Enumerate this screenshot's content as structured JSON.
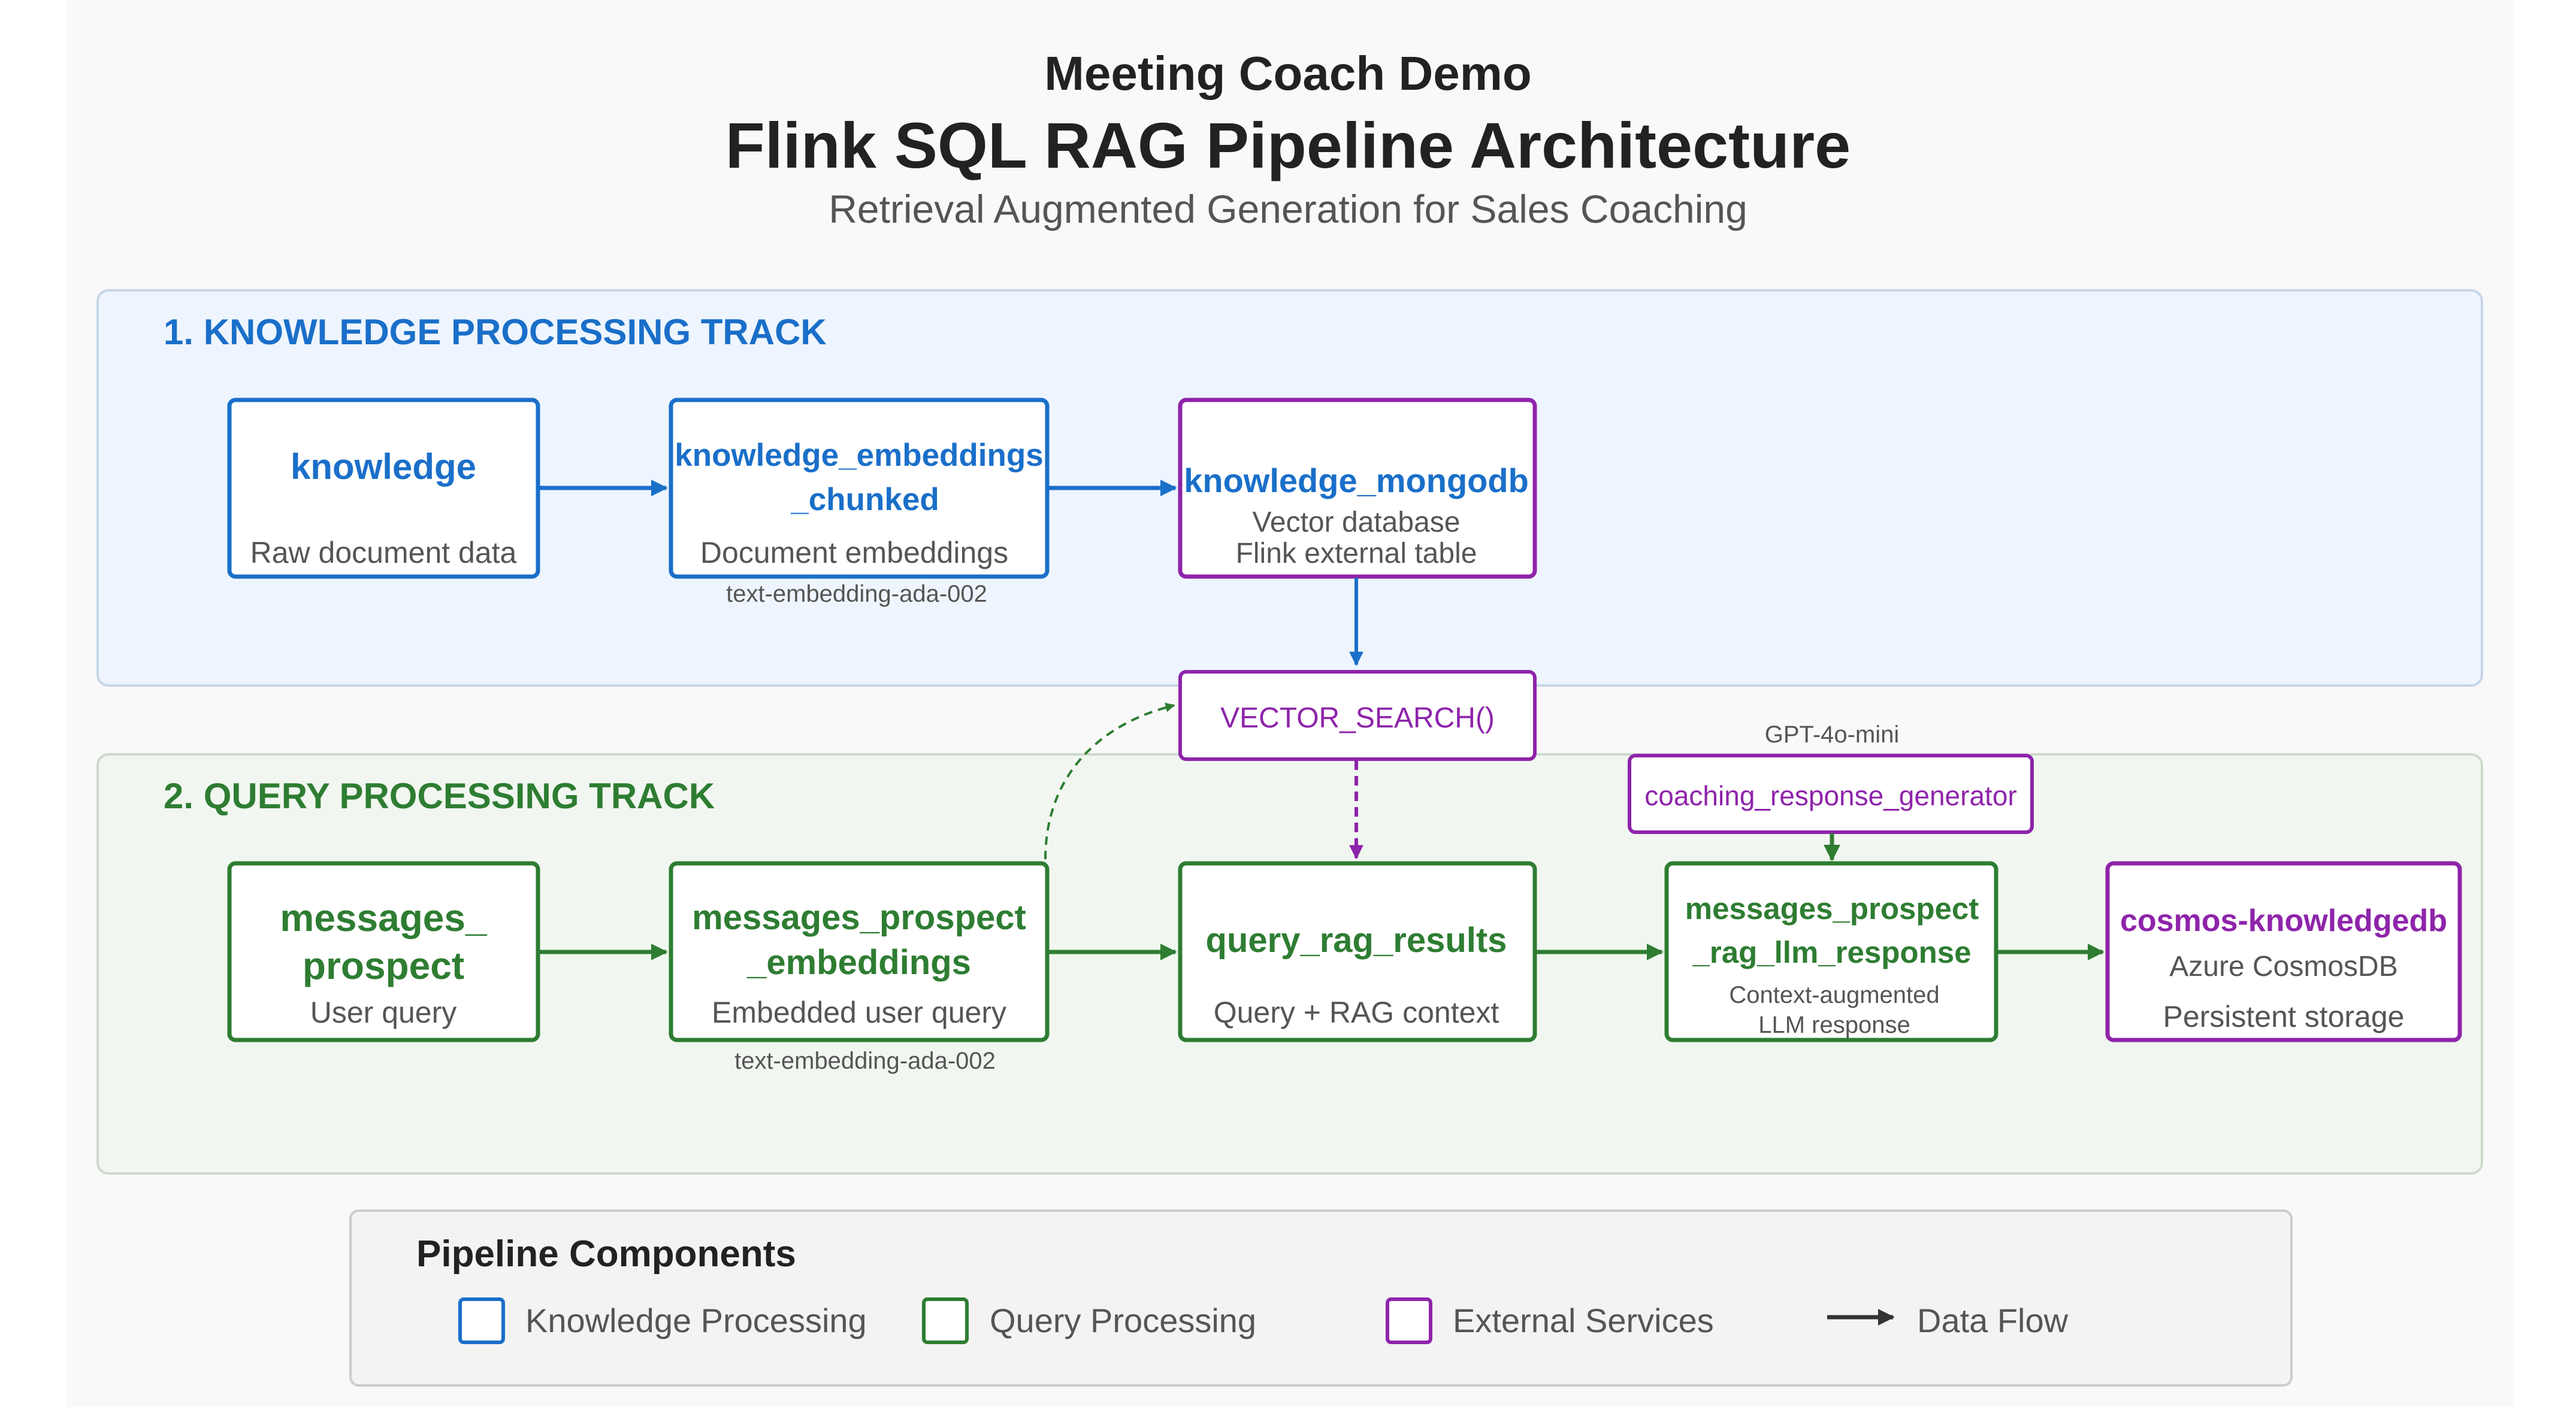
{
  "header": {
    "app_name": "Meeting Coach Demo",
    "title": "Flink SQL RAG Pipeline Architecture",
    "subtitle": "Retrieval Augmented Generation for Sales Coaching"
  },
  "colors": {
    "knowledge": "#1a6fc9",
    "query": "#2e7d32",
    "external": "#8e24aa",
    "legend_arrow": "#333333"
  },
  "tracks": {
    "knowledge": {
      "title": "1. KNOWLEDGE PROCESSING TRACK"
    },
    "query": {
      "title": "2. QUERY PROCESSING TRACK"
    }
  },
  "nodes": {
    "knowledge": {
      "title": "knowledge",
      "desc": "Raw document data"
    },
    "knowledge_embeddings": {
      "title_line1": "knowledge_embeddings",
      "title_line2": "_chunked",
      "desc": "Document embeddings",
      "note": "text-embedding-ada-002"
    },
    "knowledge_mongodb": {
      "title": "knowledge_mongodb",
      "desc_line1": "Vector database",
      "desc_line2": "Flink external table"
    },
    "vector_search": {
      "title": "VECTOR_SEARCH()"
    },
    "messages_prospect": {
      "title_line1": "messages_",
      "title_line2": "prospect",
      "desc": "User query"
    },
    "messages_embeddings": {
      "title_line1": "messages_prospect",
      "title_line2": "_embeddings",
      "desc": "Embedded user query",
      "note": "text-embedding-ada-002"
    },
    "query_rag_results": {
      "title": "query_rag_results",
      "desc": "Query + RAG context"
    },
    "coaching_generator": {
      "title": "coaching_response_generator",
      "note": "GPT-4o-mini"
    },
    "llm_response": {
      "title_line1": "messages_prospect",
      "title_line2": "_rag_llm_response",
      "desc_line1": "Context-augmented",
      "desc_line2": "LLM response"
    },
    "cosmos": {
      "title": "cosmos-knowledgedb",
      "desc_line1": "Azure CosmosDB",
      "desc_line2": "Persistent storage"
    }
  },
  "legend": {
    "title": "Pipeline Components",
    "items": [
      {
        "label": "Knowledge Processing",
        "icon": "blue-square-icon"
      },
      {
        "label": "Query Processing",
        "icon": "green-square-icon"
      },
      {
        "label": "External Services",
        "icon": "purple-square-icon"
      },
      {
        "label": "Data Flow",
        "icon": "arrow-right-icon"
      }
    ]
  }
}
